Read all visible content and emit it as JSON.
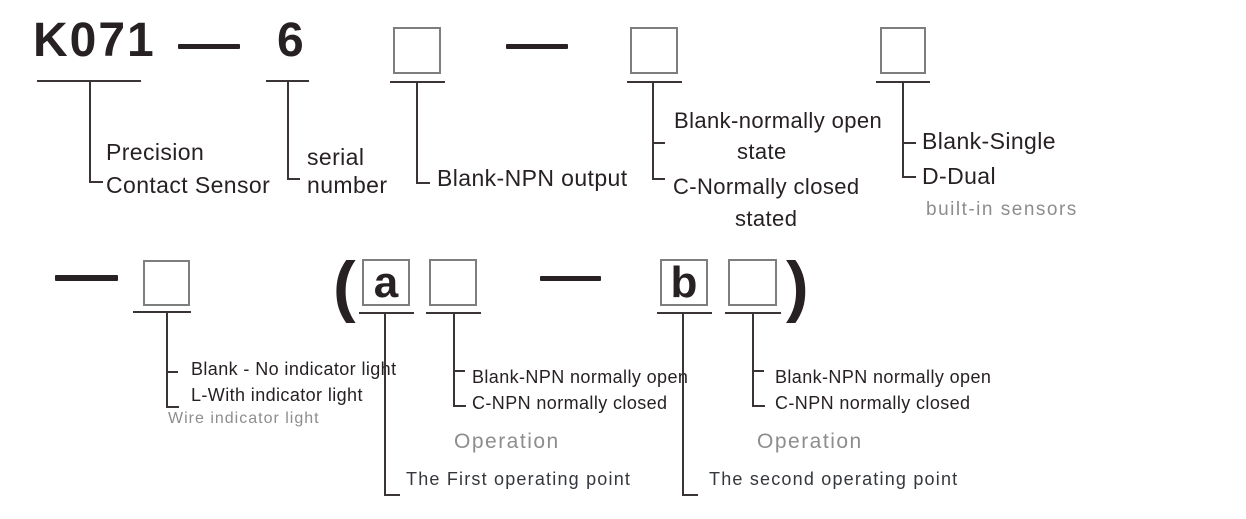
{
  "colors": {
    "ink": "#272123",
    "line": "#3b3436",
    "box_border": "#7e7e7e",
    "gray_text": "#8d8d8d"
  },
  "code_parts": {
    "model": "K071",
    "dash_separator": "—",
    "serial": "6",
    "point_a": "a",
    "point_b": "b",
    "open_paren": "(",
    "close_paren": ")"
  },
  "descriptions": {
    "model": {
      "line1": "Precision",
      "line2": "Contact Sensor"
    },
    "serial": {
      "line1": "serial",
      "line2": "number"
    },
    "output": {
      "blank": "Blank-NPN output"
    },
    "contact_state": {
      "blank_line1": "Blank-normally open",
      "blank_line2": "state",
      "c_line1": "C-Normally closed",
      "c_line2": "stated"
    },
    "built_in": {
      "blank": "Blank-Single",
      "d": "D-Dual",
      "category": "built-in sensors"
    },
    "indicator": {
      "blank": "Blank - No indicator light",
      "l": "L-With indicator light",
      "category": "Wire indicator light"
    },
    "operation_a": {
      "blank": "Blank-NPN normally open",
      "c": "C-NPN normally closed",
      "category": "Operation",
      "note": "The First operating point"
    },
    "operation_b": {
      "blank": "Blank-NPN normally open",
      "c": "C-NPN normally closed",
      "category": "Operation",
      "note": "The second operating point"
    }
  }
}
